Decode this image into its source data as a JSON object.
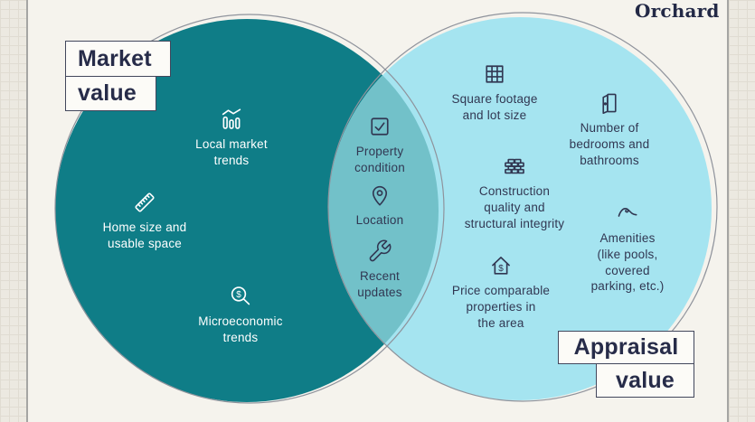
{
  "brand": {
    "logo_text": "Orchard"
  },
  "colors": {
    "canvas_bg": "#f5f3ed",
    "margin_bg": "#ece9e1",
    "grid_line": "#e0dcd2",
    "edge_line": "#a5a5a3",
    "circle_left": "#0f7d87",
    "circle_right": "#a5e4f0",
    "circle_overlap": "#72c1c9",
    "circle_outline": "#8f939c",
    "text_dark": "#313752",
    "text_light": "#ffffff",
    "box_bg": "#fcfbf7",
    "box_border": "#42475c",
    "box_text": "#272c49",
    "logo_color": "#232946"
  },
  "venn": {
    "market": {
      "title_line1": "Market",
      "title_line2": "value",
      "items": [
        {
          "icon": "bar-chart-icon",
          "label": "Local market\ntrends"
        },
        {
          "icon": "ruler-icon",
          "label": "Home size and\nusable space"
        },
        {
          "icon": "magnifier-dollar-icon",
          "label": "Microeconomic\ntrends"
        }
      ]
    },
    "overlap": {
      "items": [
        {
          "icon": "checkbox-icon",
          "label": "Property\ncondition"
        },
        {
          "icon": "location-pin-icon",
          "label": "Location"
        },
        {
          "icon": "wrench-icon",
          "label": "Recent\nupdates"
        }
      ]
    },
    "appraisal": {
      "title_line1": "Appraisal",
      "title_line2": "value",
      "items": [
        {
          "icon": "grid-icon",
          "label": "Square footage\nand lot size"
        },
        {
          "icon": "door-icon",
          "label": "Number of\nbedrooms and\nbathrooms"
        },
        {
          "icon": "brick-wall-icon",
          "label": "Construction\nquality and\nstructural integrity"
        },
        {
          "icon": "wave-icon",
          "label": "Amenities\n(like pools,\ncovered\nparking, etc.)"
        },
        {
          "icon": "house-dollar-icon",
          "label": "Price comparable\nproperties in\nthe area"
        }
      ]
    }
  }
}
